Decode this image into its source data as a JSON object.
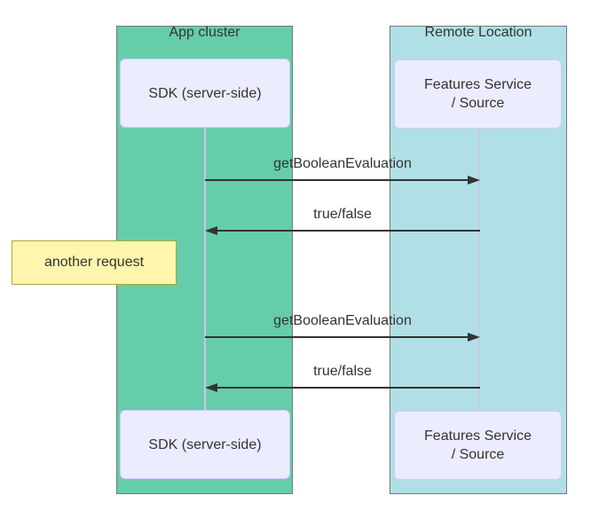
{
  "diagram_type": "sequence-diagram",
  "groups": [
    {
      "label": "App cluster"
    },
    {
      "label": "Remote Location"
    }
  ],
  "participants": {
    "left": {
      "label": "SDK (server-side)"
    },
    "right": {
      "line1": "Features Service",
      "line2": "/ Source"
    }
  },
  "messages": [
    {
      "label": "getBooleanEvaluation",
      "direction": "right"
    },
    {
      "label": "true/false",
      "direction": "left"
    },
    {
      "label": "getBooleanEvaluation",
      "direction": "right"
    },
    {
      "label": "true/false",
      "direction": "left"
    }
  ],
  "note": {
    "text": "another request",
    "placement": "left"
  },
  "colors": {
    "group_left_fill": "#66CDAA",
    "group_right_fill": "#B0E0E6",
    "group_border": "#777777",
    "actor_fill": "#ECECFF",
    "actor_border": "#CCCCF5",
    "lifeline": "#C9C9EA",
    "note_fill": "#FFF5AD",
    "note_border": "#AAAA33",
    "arrow": "#333333",
    "text": "#333333"
  }
}
